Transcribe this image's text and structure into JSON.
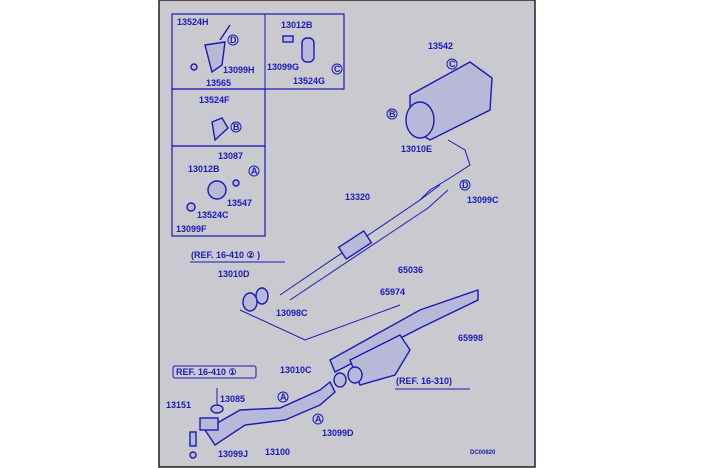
{
  "colors": {
    "ink": "#1a1ab8",
    "background": "#c9c9cf",
    "border": "#222222"
  },
  "labels": {
    "p13524H": "13524H",
    "p13099H": "13099H",
    "p13565": "13565",
    "p13012B_top": "13012B",
    "p13099G": "13099G",
    "p13524G": "13524G",
    "p13524F": "13524F",
    "p13087": "13087",
    "p13012B_low": "13012B",
    "p13547": "13547",
    "p13524C": "13524C",
    "p13099F": "13099F",
    "p13542": "13542",
    "p13010E": "13010E",
    "p13099C": "13099C",
    "p13320": "13320",
    "ref2": "(REF. 16-410 ② )",
    "p13010D": "13010D",
    "p13098C": "13098C",
    "p65036": "65036",
    "p65974": "65974",
    "p65998": "65998",
    "ref1": "REF. 16-410 ①",
    "p13010C": "13010C",
    "ref3": "(REF. 16-310)",
    "p13085": "13085",
    "p13151": "13151",
    "p13099D": "13099D",
    "p13100": "13100",
    "p13099J": "13099J",
    "code": "DC00820"
  },
  "callouts": {
    "a": "A",
    "b": "B",
    "c": "C",
    "d": "D"
  }
}
